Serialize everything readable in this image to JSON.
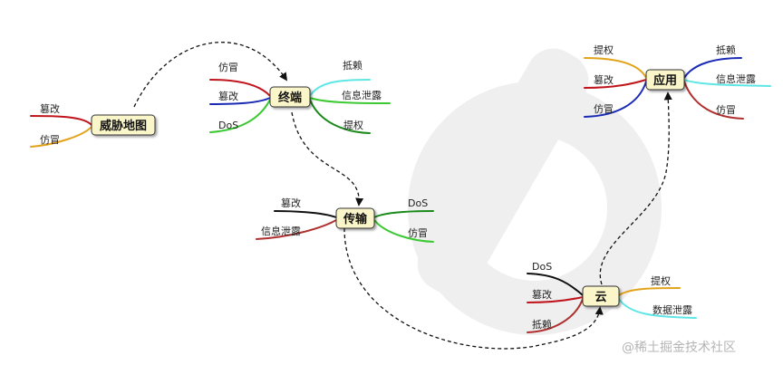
{
  "colors": {
    "node_fill": "#fbf6c9",
    "node_border": "#333333",
    "connector": "#111111",
    "red": "#c0141c",
    "orange": "#e2a31a",
    "blue": "#1b2ab5",
    "green": "#3cc934",
    "cyan": "#5ee6e6",
    "dark_green": "#1a8a1a",
    "black": "#111111",
    "dark_red": "#b03030"
  },
  "nodes": {
    "threat_map": {
      "label": "威胁地图",
      "branches": [
        {
          "label": "篡改",
          "color": "red"
        },
        {
          "label": "仿冒",
          "color": "orange"
        }
      ]
    },
    "terminal": {
      "label": "终端",
      "branches": [
        {
          "label": "仿冒",
          "color": "red"
        },
        {
          "label": "篡改",
          "color": "blue"
        },
        {
          "label": "DoS",
          "color": "green"
        },
        {
          "label": "抵赖",
          "color": "cyan"
        },
        {
          "label": "信息泄露",
          "color": "green"
        },
        {
          "label": "提权",
          "color": "dark_green"
        }
      ]
    },
    "transport": {
      "label": "传输",
      "branches": [
        {
          "label": "篡改",
          "color": "black"
        },
        {
          "label": "信息泄露",
          "color": "dark_red"
        },
        {
          "label": "DoS",
          "color": "dark_green"
        },
        {
          "label": "仿冒",
          "color": "green"
        }
      ]
    },
    "cloud": {
      "label": "云",
      "branches": [
        {
          "label": "DoS",
          "color": "black"
        },
        {
          "label": "篡改",
          "color": "red"
        },
        {
          "label": "抵赖",
          "color": "dark_red"
        },
        {
          "label": "提权",
          "color": "orange"
        },
        {
          "label": "数据泄露",
          "color": "cyan"
        }
      ]
    },
    "application": {
      "label": "应用",
      "branches": [
        {
          "label": "提权",
          "color": "orange"
        },
        {
          "label": "篡改",
          "color": "red"
        },
        {
          "label": "仿冒",
          "color": "blue"
        },
        {
          "label": "抵赖",
          "color": "blue"
        },
        {
          "label": "信息泄露",
          "color": "cyan"
        },
        {
          "label": "仿冒",
          "color": "dark_red"
        }
      ]
    }
  },
  "watermark": "@稀土掘金技术社区"
}
